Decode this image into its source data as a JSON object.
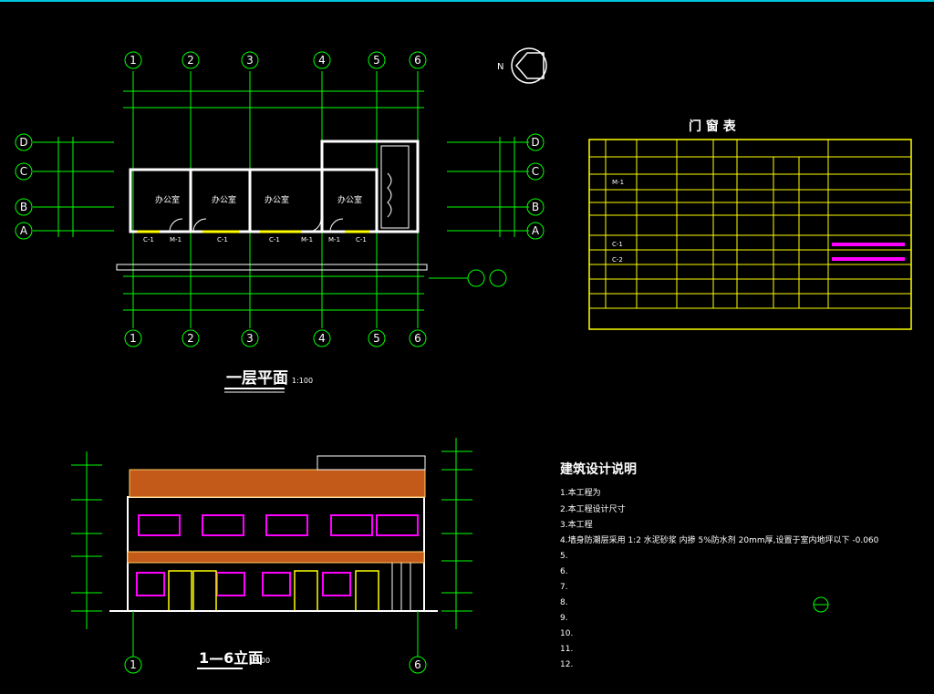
{
  "plan": {
    "title": "一层平面",
    "scale": "1:100",
    "col_axes": [
      "1",
      "2",
      "3",
      "4",
      "5",
      "6"
    ],
    "row_axes": [
      "D",
      "C",
      "B",
      "A"
    ],
    "rooms": [
      "办公室",
      "办公室",
      "办公室",
      "办公室"
    ],
    "door_labels": [
      "C-1",
      "M-1",
      "C-1",
      "C-1",
      "M-1",
      "M-1",
      "C-1"
    ]
  },
  "north": {
    "label": "N"
  },
  "door_window_table": {
    "title": "门 窗 表",
    "rows": [
      {
        "code": "M-1"
      },
      {
        "code": "C-1"
      },
      {
        "code": "C-2"
      }
    ]
  },
  "elevation": {
    "title": "1—6立面",
    "scale": "1:100",
    "axes": [
      "1",
      "6"
    ]
  },
  "notes": {
    "title": "建筑设计说明",
    "lines": [
      "1.本工程为",
      "2.本工程设计尺寸",
      "3.本工程",
      "4.墙身防潮层采用 1:2 水泥砂浆 内掺 5%防水剂 20mm厚,设置于室内地坪以下 -0.060",
      "5.",
      "6.",
      "7.",
      "8.",
      "9.",
      "10.",
      "11.",
      "12."
    ]
  },
  "colors": {
    "line": "#00ff00",
    "wall": "#ffffff",
    "table": "#ffff00",
    "window": "#ff00ff",
    "roof": "#d2691e"
  }
}
